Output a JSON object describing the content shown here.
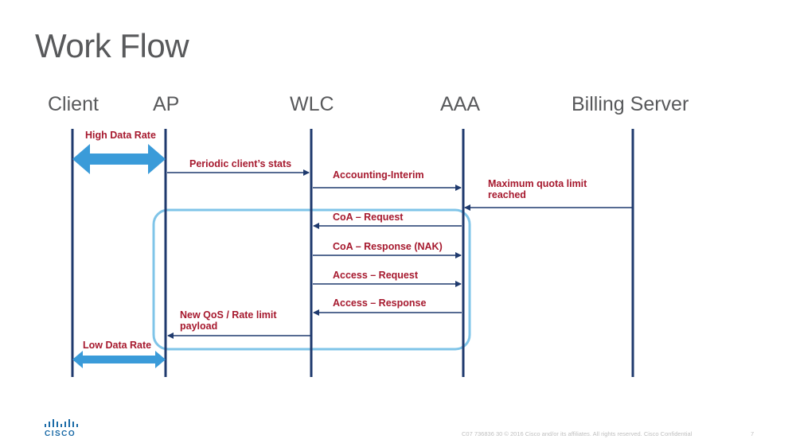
{
  "title": "Work Flow",
  "actors": [
    "Client",
    "AP",
    "WLC",
    "AAA",
    "Billing Server"
  ],
  "messages": {
    "high_data_rate": "High Data Rate",
    "periodic_stats": "Periodic client’s stats",
    "accounting_interim": "Accounting-Interim",
    "max_quota_line1": "Maximum quota limit",
    "max_quota_line2": "reached",
    "coa_request": "CoA – Request",
    "coa_response": "CoA – Response (NAK)",
    "access_request": "Access – Request",
    "access_response": "Access – Response",
    "new_qos_line1": "New QoS / Rate limit",
    "new_qos_line2": "payload",
    "low_data_rate": "Low Data Rate"
  },
  "footer": {
    "text": "C07 736836 30 © 2016  Cisco and/or its affiliates. All rights reserved.   Cisco Confidential",
    "page": "7"
  },
  "logo": "CISCO",
  "colors": {
    "lifeline": "#1f3a6e",
    "arrow": "#1f3a6e",
    "label": "#a6192e",
    "data_rate_arrow": "#3a9bd9",
    "highlight_box": "#7fc4e8",
    "text_gray": "#58595b"
  }
}
